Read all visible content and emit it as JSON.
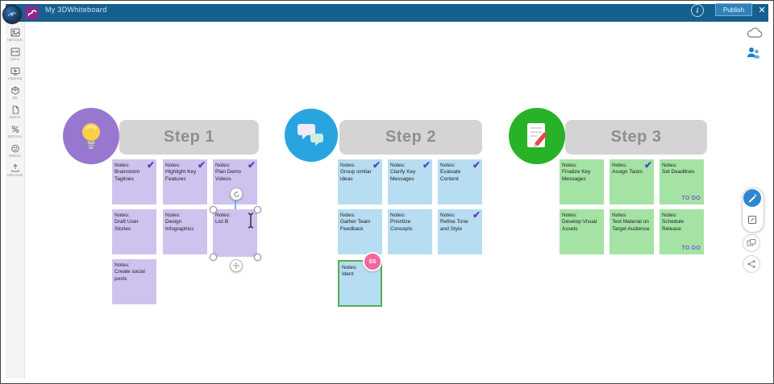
{
  "window": {
    "title": "My 3DWhiteboard",
    "publish_label": "Publish",
    "glyphs": {
      "close": "✕",
      "info": "i"
    },
    "colors": {
      "titlebar": "#15608f",
      "publish_button": "#2f81ba",
      "logo": "#8d2a8d"
    }
  },
  "sidebar": {
    "items": [
      {
        "label": "IMAGES",
        "icon": "image-icon"
      },
      {
        "label": "GIFS",
        "icon": "gif-icon"
      },
      {
        "label": "VIDEOS",
        "icon": "video-icon"
      },
      {
        "label": "3D",
        "icon": "3d-cube-icon"
      },
      {
        "label": "DOCS",
        "icon": "document-icon"
      },
      {
        "label": "SOCIAL",
        "icon": "social-icon"
      },
      {
        "label": "EMOJI",
        "icon": "emoji-icon"
      },
      {
        "label": "UPLOAD",
        "icon": "upload-icon"
      }
    ]
  },
  "board": {
    "glyphs": {
      "check": "✔"
    },
    "todo_label": "TO DO",
    "collaborator_badge": "SS",
    "colors": {
      "step1_circle": "#9877d1",
      "step1_note": "#cec3ef",
      "step2_circle": "#28a5e0",
      "step2_note": "#b6ddf1",
      "step3_circle": "#27b227",
      "step3_note": "#a4e3a4",
      "check": "#5f3fc4",
      "todo": "#7a5ad6",
      "collaborator_badge": "#f2679c",
      "collaborator_outline": "#56ad56"
    },
    "steps": [
      {
        "title": "Step 1",
        "icon": "lightbulb-icon",
        "notes": [
          {
            "text": "Notes:\nBrainstorm\nTaglines",
            "checked": true
          },
          {
            "text": "Notes:\nHighlight Key\nFeatures",
            "checked": true
          },
          {
            "text": "Notes:\nPlan Demo\nVideos",
            "checked": true
          },
          {
            "text": "Notes:\nDraft User\nStories",
            "checked": false
          },
          {
            "text": "Notes:\nDesign\nInfographics",
            "checked": false
          },
          {
            "text": "Notes:\nList B",
            "checked": false,
            "selected": true
          },
          {
            "text": "Notes:\nCreate social\nposts",
            "checked": false
          }
        ]
      },
      {
        "title": "Step 2",
        "icon": "speech-bubbles-icon",
        "notes": [
          {
            "text": "Notes:\nGroup similar\nideas",
            "checked": true
          },
          {
            "text": "Notes:\nClarify Key\nMessages",
            "checked": true
          },
          {
            "text": "Notes:\nEvaluate\nContent",
            "checked": true
          },
          {
            "text": "Notes:\nGather Team\nFeedback",
            "checked": false
          },
          {
            "text": "Notes:\nPrioritize\nConcepts",
            "checked": false
          },
          {
            "text": "Notes:\nRefine Tone\nand Style",
            "checked": true
          },
          {
            "text": "Notes:\nIdent",
            "checked": false,
            "collaborator": "SS"
          }
        ]
      },
      {
        "title": "Step 3",
        "icon": "memo-pencil-icon",
        "notes": [
          {
            "text": "Notes:\nFinalize Key\nMessages",
            "checked": false
          },
          {
            "text": "Notes:\nAssign Tasks",
            "checked": true
          },
          {
            "text": "Notes:\nSet Deadlines",
            "checked": false,
            "todo": true
          },
          {
            "text": "Notes:\nDevelop Visual\nAssets",
            "checked": false
          },
          {
            "text": "Notes:\nTest Material on\nTarget Audience",
            "checked": false
          },
          {
            "text": "Notes:\nSchedule\nRelease",
            "checked": false,
            "todo": true
          }
        ]
      }
    ]
  },
  "right_panel": {
    "status_icons": [
      "cloud-sync-icon",
      "collaborators-icon"
    ],
    "tools": [
      "pen-tool",
      "note-tool",
      "frames-tool",
      "share-tool"
    ],
    "active_tool": "pen-tool"
  }
}
